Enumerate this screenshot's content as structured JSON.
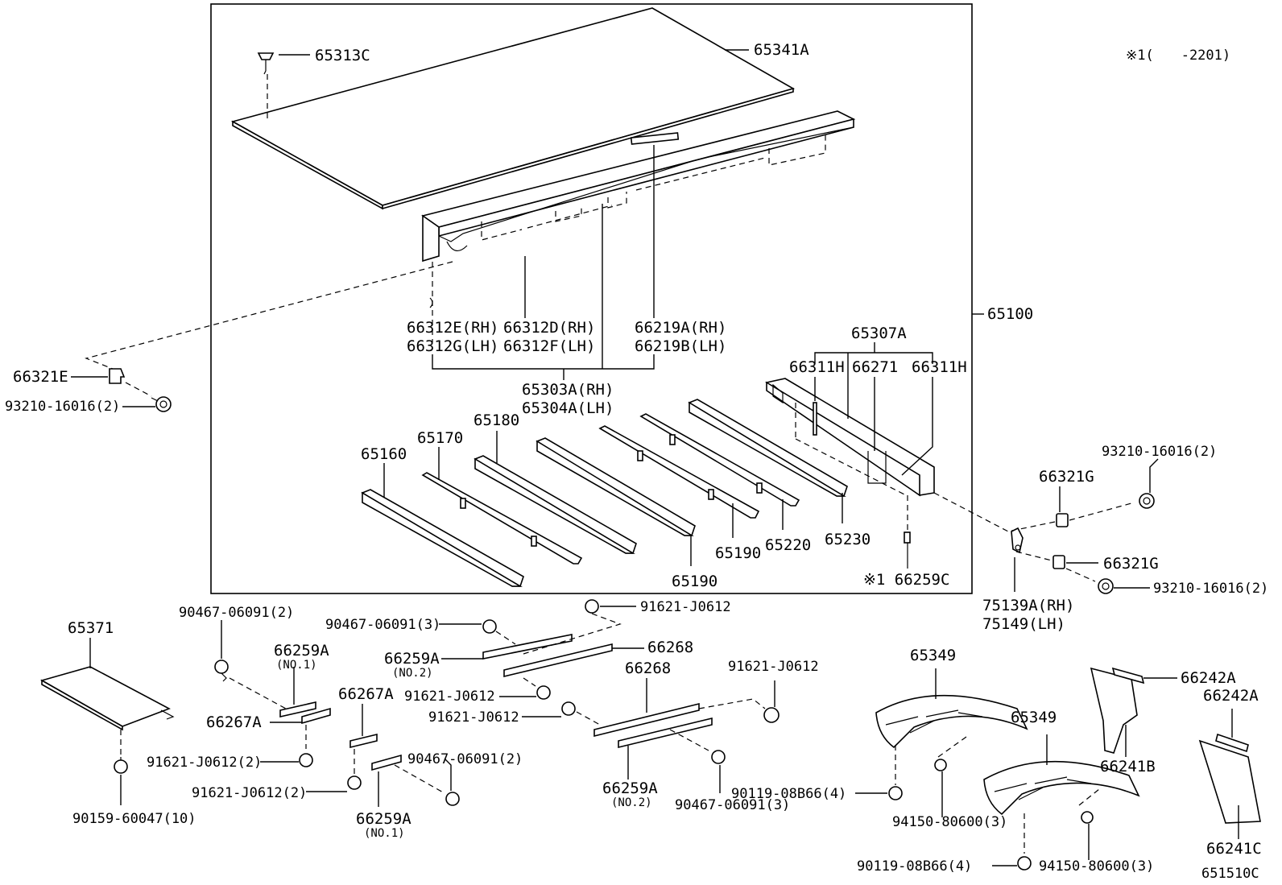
{
  "diagram": {
    "note": "※1(　　-2201)",
    "figure_code": "651510C",
    "callouts": {
      "c65313C": "65313C",
      "c65341A": "65341A",
      "c65100": "65100",
      "c66312E": "66312E(RH)",
      "c66312G": "66312G(LH)",
      "c66312D": "66312D(RH)",
      "c66312F": "66312F(LH)",
      "c66219A": "66219A(RH)",
      "c66219B": "66219B(LH)",
      "c65303A": "65303A(RH)",
      "c65304A": "65304A(LH)",
      "c65307A": "65307A",
      "c66311H_a": "66311H",
      "c66271": "66271",
      "c66311H_b": "66311H",
      "c66321E": "66321E",
      "c93210_a": "93210-16016(2)",
      "c65160": "65160",
      "c65170": "65170",
      "c65180": "65180",
      "c65190_a": "65190",
      "c65190_b": "65190",
      "c65220": "65220",
      "c65230": "65230",
      "c66259C": "※1 66259C",
      "c93210_b": "93210-16016(2)",
      "c66321G_a": "66321G",
      "c66321G_b": "66321G",
      "c93210_c": "93210-16016(2)",
      "c75139A": "75139A(RH)",
      "c75149": "75149(LH)",
      "c65371": "65371",
      "c90159": "90159-60047(10)",
      "c90467_a": "90467-06091(2)",
      "c66259A_1": "66259A",
      "c66259A_1n": "(NO.1)",
      "c66267A_a": "66267A",
      "c91621_a": "91621-J0612(2)",
      "c91621_b": "91621-J0612(2)",
      "c66267A_b": "66267A",
      "c90467_b": "90467-06091(2)",
      "c66259A_2": "66259A",
      "c66259A_2n": "(NO.1)",
      "c90467_c": "90467-06091(3)",
      "c66259A_3": "66259A",
      "c66259A_3n": "(NO.2)",
      "c91621_c": "91621-J0612",
      "c91621_d": "91621-J0612",
      "c91621_e": "91621-J0612",
      "c66268_a": "66268",
      "c66268_b": "66268",
      "c91621_f": "91621-J0612",
      "c66259A_4": "66259A",
      "c66259A_4n": "(NO.2)",
      "c90467_d": "90467-06091(3)",
      "c65349_a": "65349",
      "c65349_b": "65349",
      "c90119_a": "90119-08B66(4)",
      "c94150_a": "94150-80600(3)",
      "c90119_b": "90119-08B66(4)",
      "c94150_b": "94150-80600(3)",
      "c66242A_a": "66242A",
      "c66242A_b": "66242A",
      "c66241B": "66241B",
      "c66241C": "66241C"
    }
  }
}
